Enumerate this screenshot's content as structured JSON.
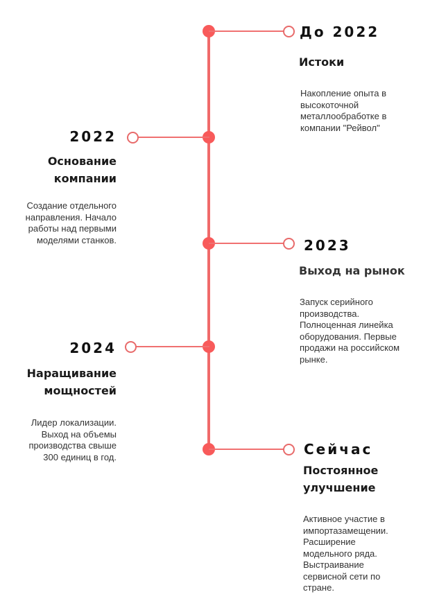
{
  "timeline": {
    "accent_color": "#f85a5a",
    "events": [
      {
        "year": "До 2022",
        "title": "Истоки",
        "description": "Накопление опыта в высокоточной металлообработке в компании \"Рейвол\"",
        "side": "right"
      },
      {
        "year": "2022",
        "title": "Основание компании",
        "description": "Создание отдельного направления. Начало работы над первыми моделями станков.",
        "side": "left"
      },
      {
        "year": "2023",
        "title": "Выход на рынок",
        "description": "Запуск серийного производства. Полноценная линейка оборудования. Первые продажи на российском рынке.",
        "side": "right"
      },
      {
        "year": "2024",
        "title": "Наращивание мощностей",
        "description": "Лидер локализации. Выход на  объемы производства свыше 300  единиц в год.",
        "side": "left"
      },
      {
        "year": "Сейчас",
        "title": "Постоянное улучшение",
        "description": "Активное участие в импортазамещении. Расширение модельного ряда. Выстраивание сервисной сети по стране.",
        "side": "right"
      }
    ]
  }
}
